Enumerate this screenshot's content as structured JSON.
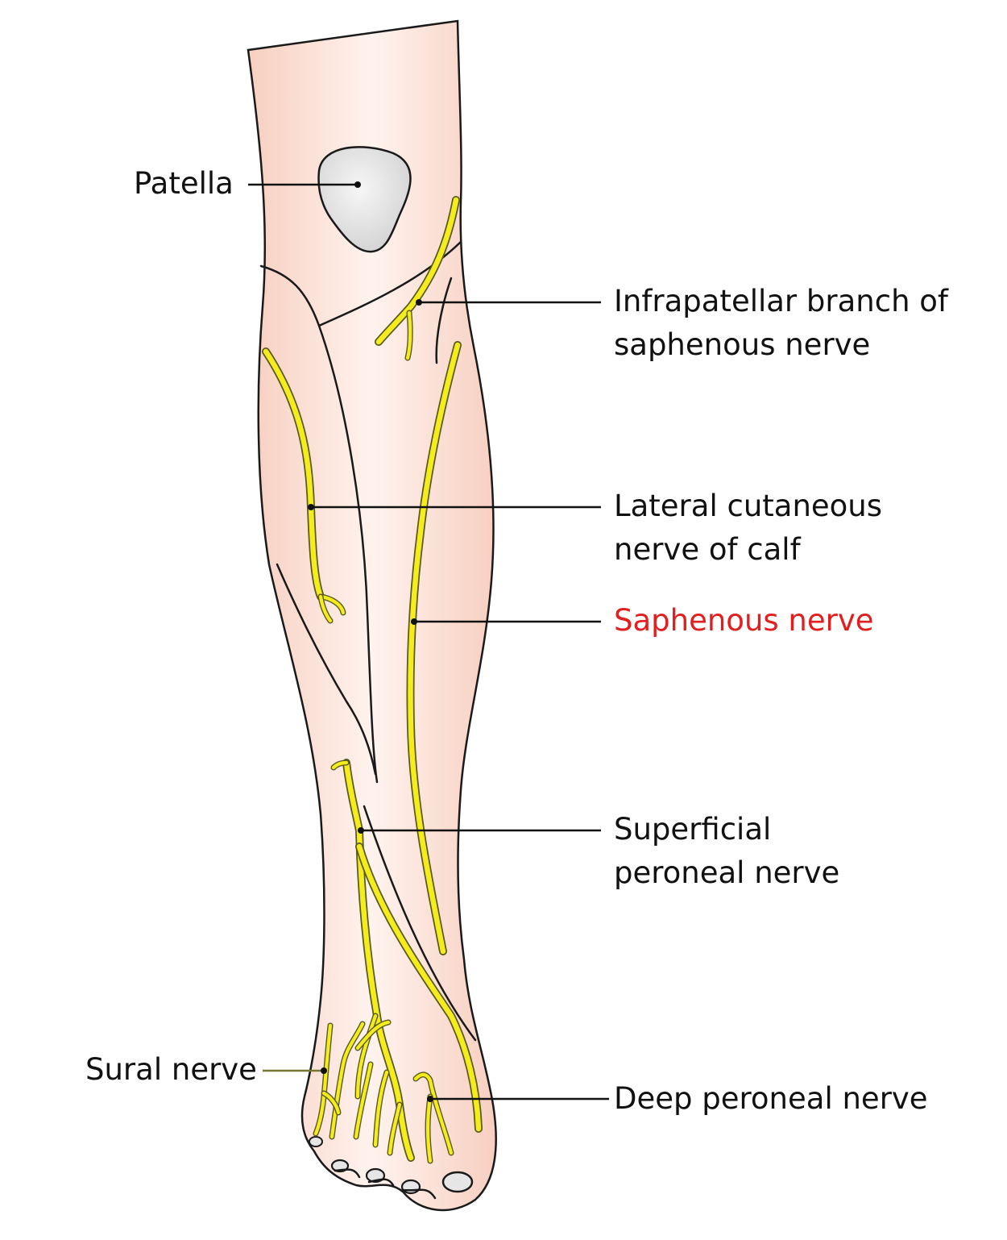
{
  "labels": {
    "patella": "Patella",
    "infrapatellar_line1": "Infrapatellar branch of",
    "infrapatellar_line2": "saphenous nerve",
    "lateral_cutaneous_line1": "Lateral cutaneous",
    "lateral_cutaneous_line2": "nerve of calf",
    "saphenous": "Saphenous nerve",
    "superficial_peroneal_line1": "Superficial",
    "superficial_peroneal_line2": "peroneal nerve",
    "sural": "Sural nerve",
    "deep_peroneal": "Deep peroneal nerve"
  },
  "colors": {
    "skin": "#fde2d6",
    "skin_light": "#fff2ec",
    "nerve": "#f4ec1c",
    "patella": "#e4e4e4",
    "highlight_label": "#e21e1e",
    "text": "#111111"
  }
}
